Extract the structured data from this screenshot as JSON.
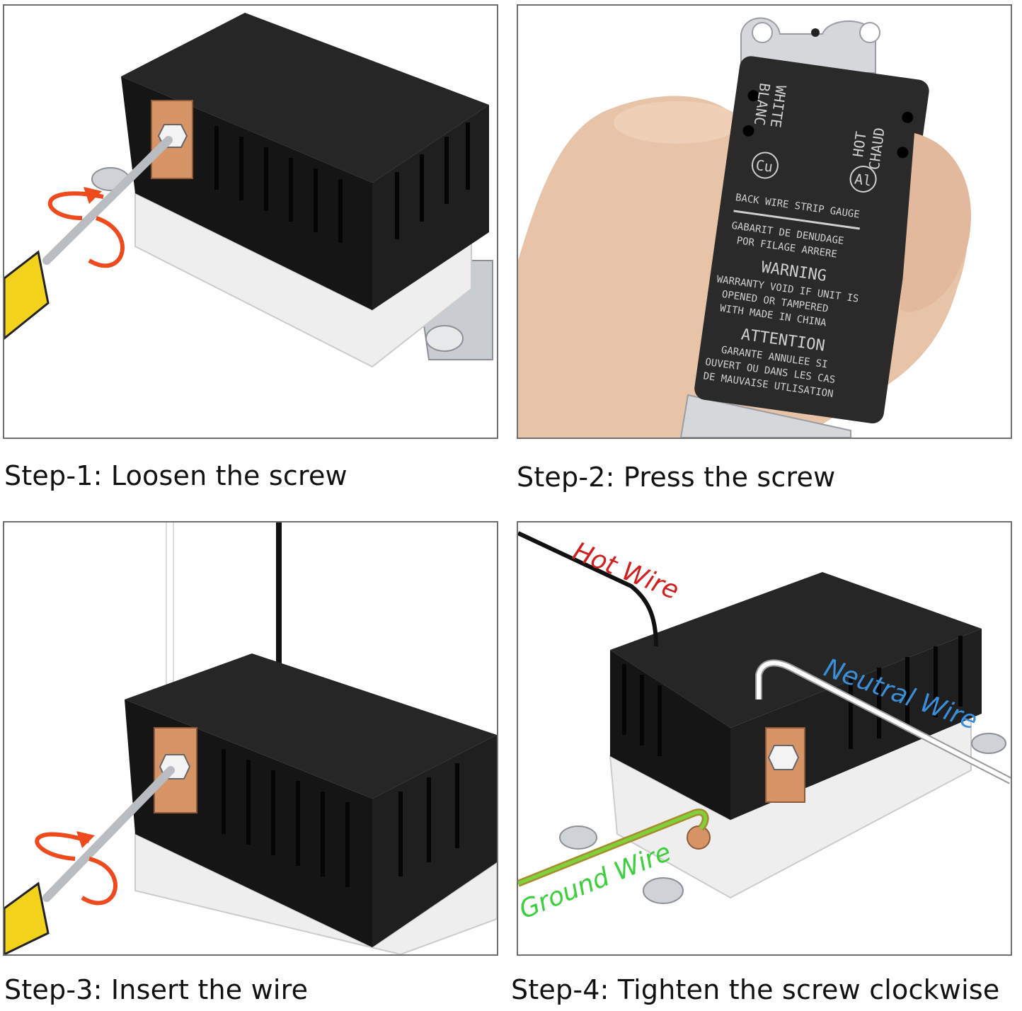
{
  "steps": [
    {
      "caption": "Step-1: Loosen the screw"
    },
    {
      "caption": "Step-2: Press the screw"
    },
    {
      "caption": "Step-3: Insert the wire"
    },
    {
      "caption": "Step-4: Tighten the screw clockwise"
    }
  ],
  "device_label": {
    "hot": "HOT",
    "chaud": "CHAUD",
    "white": "WHITE",
    "blanc": "BLANC",
    "cu": "Cu",
    "al": "Al",
    "strip_gauge": "BACK WIRE STRIP GAUGE",
    "gabarit_1": "GABARIT DE DENUDAGE",
    "gabarit_2": "POR FILAGE ARRERE",
    "warning": "WARNING",
    "warning_1": "WARRANTY VOID IF UNIT IS",
    "warning_2": "OPENED OR TAMPERED",
    "warning_3": "WITH MADE IN CHINA",
    "attention": "ATTENTION",
    "attention_1": "GARANTE ANNULEE SI",
    "attention_2": "OUVERT OU DANS LES CAS",
    "attention_3": "DE MAUVAISE UTLISATION"
  },
  "wire_labels": {
    "hot": "Hot Wire",
    "neutral": "Neutral Wire",
    "ground": "Ground Wire"
  },
  "colors": {
    "hot_label": "#d11f1f",
    "neutral_label": "#3a8fd8",
    "ground_label": "#3ccf3c",
    "screwdriver_handle": "#f2d21b",
    "rotation_arrow": "#ee4a1e",
    "device_body": "#1c1c1c",
    "brass_plate": "#d69467"
  }
}
